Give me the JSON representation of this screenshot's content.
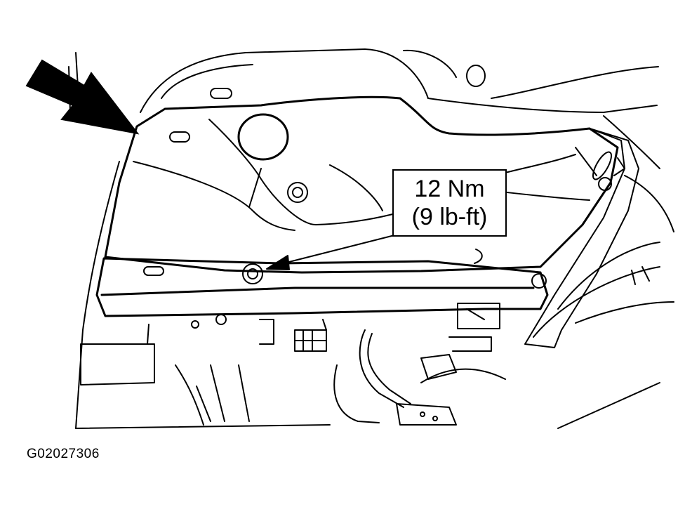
{
  "callout": {
    "torque_nm": "12 Nm",
    "torque_lbft": "(9 lb-ft)"
  },
  "figure_id": "G02027306",
  "colors": {
    "ink": "#000000",
    "paper": "#ffffff"
  }
}
